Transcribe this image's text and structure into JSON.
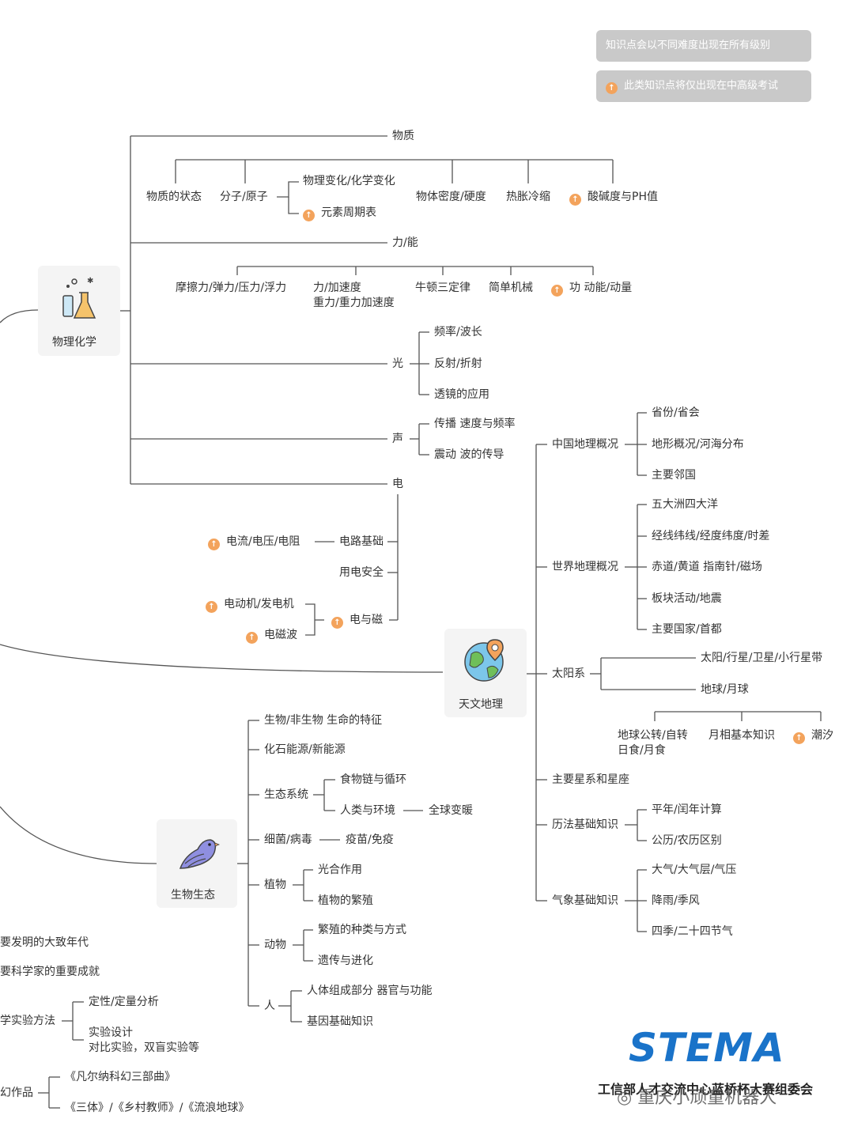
{
  "legend": {
    "all_levels": "知识点会以不同难度出现在所有级别",
    "advanced_only": "此类知识点将仅出现在中高级考试"
  },
  "hubs": {
    "physics": "物理化学",
    "astro": "天文地理",
    "bio": "生物生态"
  },
  "physics": {
    "matter": "物质",
    "matter_state": "物质的状态",
    "molecule": "分子/原子",
    "change": "物理变化/化学变化",
    "periodic": "元素周期表",
    "density": "物体密度/硬度",
    "expansion": "热胀冷缩",
    "ph": "酸碱度与PH值",
    "force": "力/能",
    "friction": "摩擦力/弹力/压力/浮力",
    "accel_1": "力/加速度",
    "accel_2": "重力/重力加速度",
    "newton": "牛顿三定律",
    "machine": "简单机械",
    "work": "功 动能/动量",
    "light": "光",
    "freq": "频率/波长",
    "reflect": "反射/折射",
    "lens": "透镜的应用",
    "sound": "声",
    "propagation": "传播 速度与频率",
    "vibration": "震动 波的传导",
    "elec": "电",
    "circuit": "电路基础",
    "current": "电流/电压/电阻",
    "safety": "用电安全",
    "magnet": "电与磁",
    "motor": "电动机/发电机",
    "wave": "电磁波"
  },
  "astro": {
    "china": "中国地理概况",
    "province": "省份/省会",
    "terrain": "地形概况/河海分布",
    "neighbor": "主要邻国",
    "world": "世界地理概况",
    "continents": "五大洲四大洋",
    "longitude": "经线纬线/经度纬度/时差",
    "equator": "赤道/黄道 指南针/磁场",
    "plate": "板块活动/地震",
    "countries": "主要国家/首都",
    "solar": "太阳系",
    "planets": "太阳/行星/卫星/小行星带",
    "earth_moon": "地球/月球",
    "rotation_1": "地球公转/自转",
    "rotation_2": "日食/月食",
    "moon_phase": "月相基本知识",
    "tide": "潮汐",
    "stars": "主要星系和星座",
    "calendar": "历法基础知识",
    "leap": "平年/闰年计算",
    "lunar": "公历/农历区别",
    "weather": "气象基础知识",
    "atmosphere": "大气/大气层/气压",
    "rain": "降雨/季风",
    "seasons": "四季/二十四节气"
  },
  "bio": {
    "life": "生物/非生物 生命的特征",
    "energy": "化石能源/新能源",
    "eco": "生态系统",
    "food_chain": "食物链与循环",
    "human_env": "人类与环境",
    "warming": "全球变暖",
    "bacteria": "细菌/病毒",
    "vaccine": "疫苗/免疫",
    "plant": "植物",
    "photo": "光合作用",
    "plant_repro": "植物的繁殖",
    "animal": "动物",
    "animal_repro": "繁殖的种类与方式",
    "heredity": "遗传与进化",
    "human": "人",
    "body": "人体组成部分 器官与功能",
    "gene": "基因基础知识"
  },
  "left": {
    "invention": "要发明的大致年代",
    "scientist": "要科学家的重要成就",
    "method": "学实验方法",
    "quant": "定性/定量分析",
    "design_1": "实验设计",
    "design_2": "对比实验，双盲实验等",
    "scifi": "幻作品",
    "verne": "《凡尔纳科幻三部曲》",
    "works": "《三体》/《乡村教师》/《流浪地球》"
  },
  "brand": {
    "logo": "STEMA",
    "org": "工信部人才交流中心蓝桥杯大赛组委会",
    "watermark": "重庆小顽童机器人"
  },
  "colors": {
    "line": "#555555",
    "badge": "#f3a35c",
    "logo": "#1a73c9",
    "legend_bg": "#c9c9c9"
  }
}
